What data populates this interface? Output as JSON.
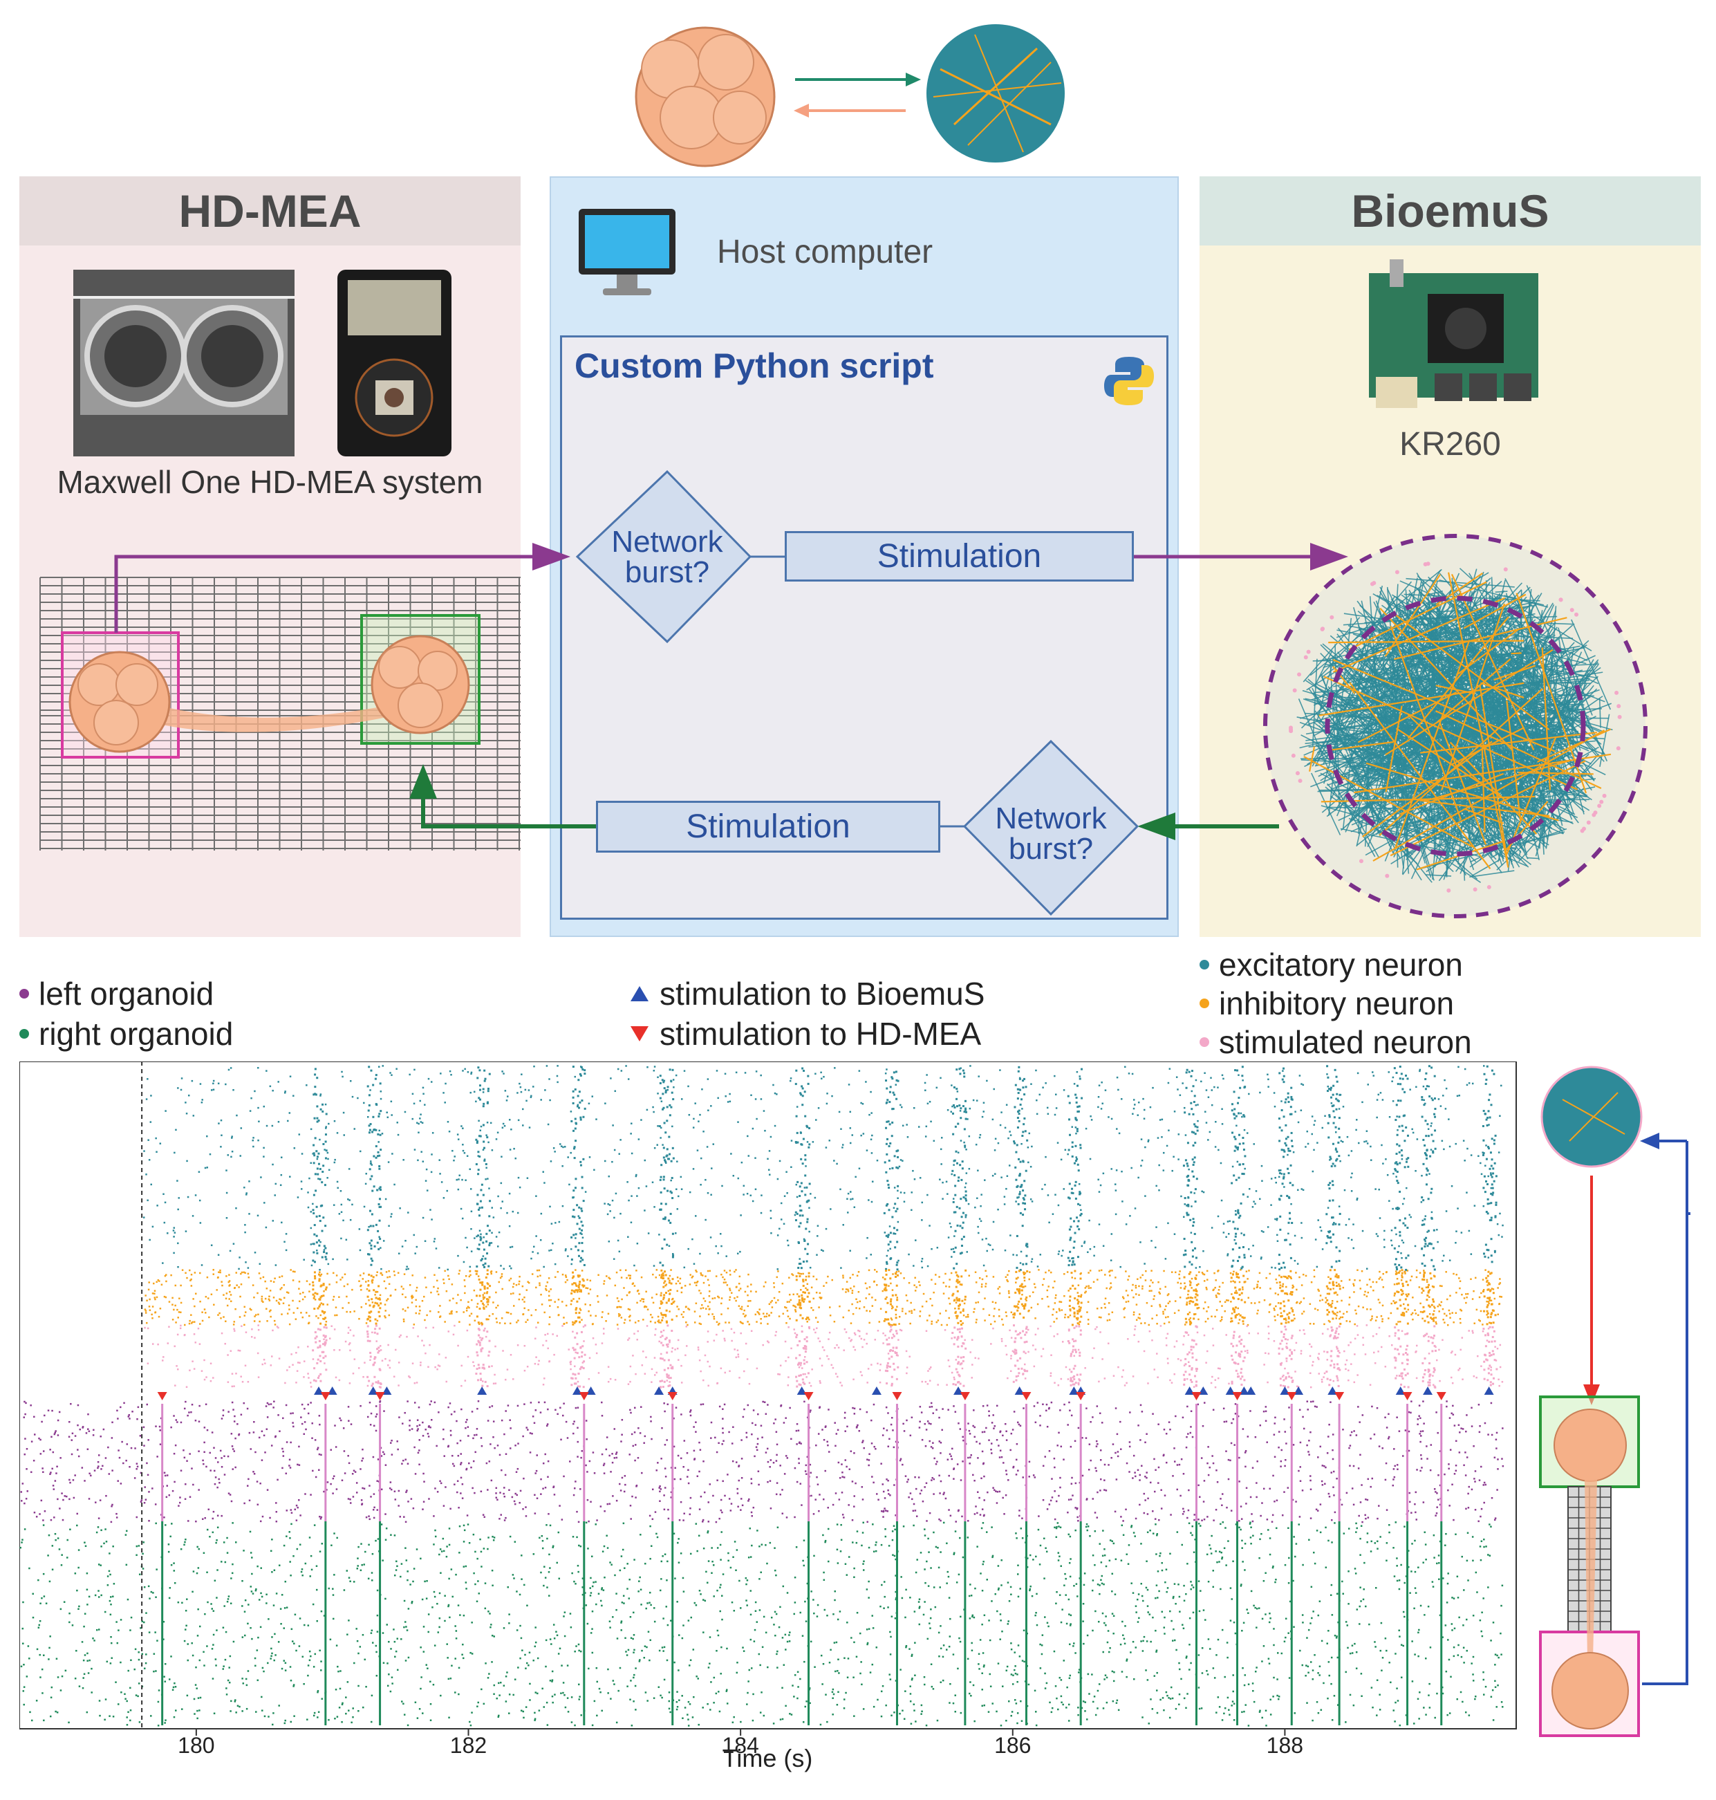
{
  "panels": {
    "left": {
      "title": "HD-MEA",
      "caption": "Maxwell One HD-MEA system"
    },
    "middle": {
      "host_label": "Host computer",
      "script_title": "Custom Python script"
    },
    "right": {
      "title": "BioemuS",
      "board_label": "KR260"
    }
  },
  "flow": {
    "top_diamond": [
      "Network",
      "burst?"
    ],
    "top_stim": "Stimulation",
    "bottom_diamond": [
      "Network",
      "burst?"
    ],
    "bottom_stim": "Stimulation"
  },
  "legend": {
    "left_organoid": "left organoid",
    "right_organoid": "right organoid",
    "stim_bioemus": "stimulation to BioemuS",
    "stim_hdmea": "stimulation to HD-MEA",
    "excitatory": "excitatory neuron",
    "inhibitory": "inhibitory neuron",
    "stimulated": "stimulated neuron"
  },
  "colors": {
    "excitatory": "#2e8a99",
    "inhibitory": "#f5a31c",
    "stimulated": "#f3a8c8",
    "left_organoid": "#8b3a8f",
    "right_organoid": "#1f8a5a",
    "stim_bioemus": "#2a4fb0",
    "stim_hdmea": "#e8302a",
    "arrow_purple": "#8b3a8f",
    "arrow_green": "#1f7a3a",
    "organoid": "#f5b088"
  },
  "chart_data": {
    "type": "raster",
    "xlabel": "Time (s)",
    "xlim": [
      178.7,
      189.7
    ],
    "xticks": [
      180,
      182,
      184,
      186,
      188
    ],
    "stim_start": 179.6,
    "burst_times": [
      180.9,
      181.3,
      182.1,
      182.8,
      183.45,
      184.45,
      185.1,
      185.6,
      186.05,
      186.45,
      187.3,
      187.65,
      188.0,
      188.35,
      188.85,
      189.05,
      189.5
    ],
    "stim_to_bioemus": [
      180.9,
      181.0,
      181.3,
      181.4,
      182.1,
      182.8,
      182.9,
      183.4,
      183.5,
      184.45,
      185.0,
      185.6,
      186.05,
      186.45,
      186.5,
      187.3,
      187.4,
      187.6,
      187.7,
      187.75,
      188.0,
      188.1,
      188.35,
      188.85,
      189.05,
      189.5
    ],
    "stim_to_hdmea": [
      179.75,
      180.95,
      181.35,
      182.85,
      183.5,
      184.5,
      185.15,
      185.65,
      186.1,
      186.5,
      187.35,
      187.65,
      188.05,
      188.4,
      188.9,
      189.15
    ]
  }
}
